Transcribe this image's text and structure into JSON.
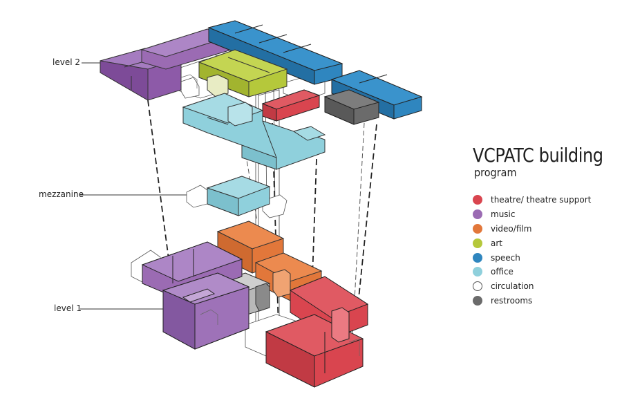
{
  "title": "VCPATC building",
  "subtitle": "program",
  "levels": {
    "level2": "level 2",
    "mezzanine": "mezzanine",
    "level1": "level 1"
  },
  "legend": [
    {
      "label": "theatre/ theatre support",
      "color": "#d9454f",
      "outline": false
    },
    {
      "label": "music",
      "color": "#9b6bb3",
      "outline": false
    },
    {
      "label": "video/film",
      "color": "#e2773a",
      "outline": false
    },
    {
      "label": "art",
      "color": "#b5c83b",
      "outline": false
    },
    {
      "label": "speech",
      "color": "#2f86bf",
      "outline": false
    },
    {
      "label": "office",
      "color": "#8fd0dc",
      "outline": false
    },
    {
      "label": "circulation",
      "color": "#ffffff",
      "outline": true
    },
    {
      "label": "restrooms",
      "color": "#6b6b6b",
      "outline": false
    }
  ]
}
